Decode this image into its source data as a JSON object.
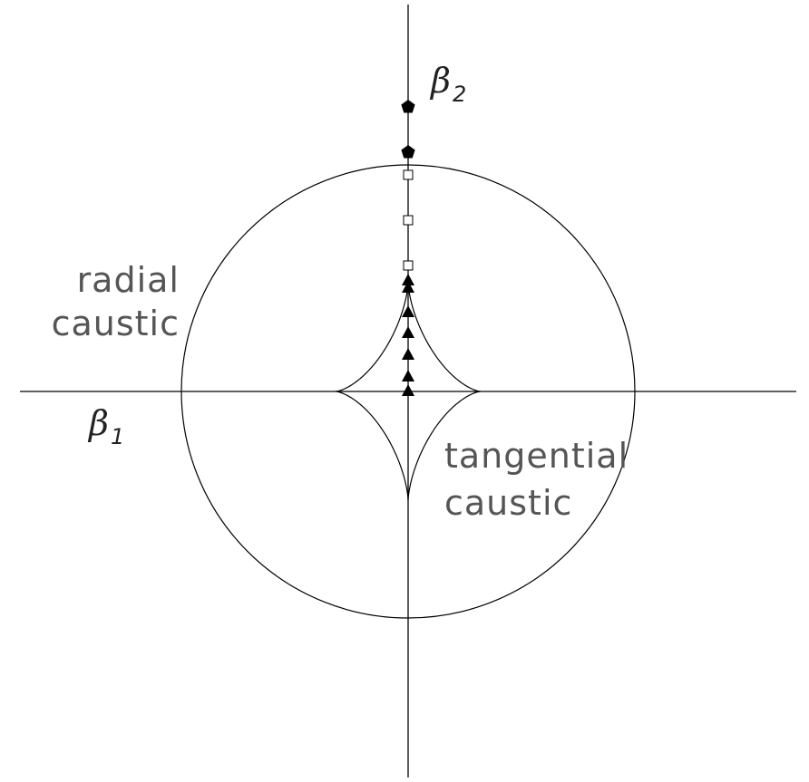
{
  "axes": {
    "x_label": "β",
    "x_sub": "1",
    "y_label": "β",
    "y_sub": "2"
  },
  "labels": {
    "radial": [
      "radial",
      "caustic"
    ],
    "tangential": [
      "tangential",
      "caustic"
    ]
  },
  "curves": {
    "radial_caustic_radius": 1.0,
    "tangential_caustic_half_width": 0.32,
    "tangential_caustic_half_height": 0.48
  },
  "points": {
    "pentagons": [
      1.256,
      1.056
    ],
    "squares": [
      0.956,
      0.756,
      0.556
    ],
    "triangles": [
      0.488,
      0.456,
      0.348,
      0.256,
      0.16,
      0.064,
      0.0
    ]
  }
}
